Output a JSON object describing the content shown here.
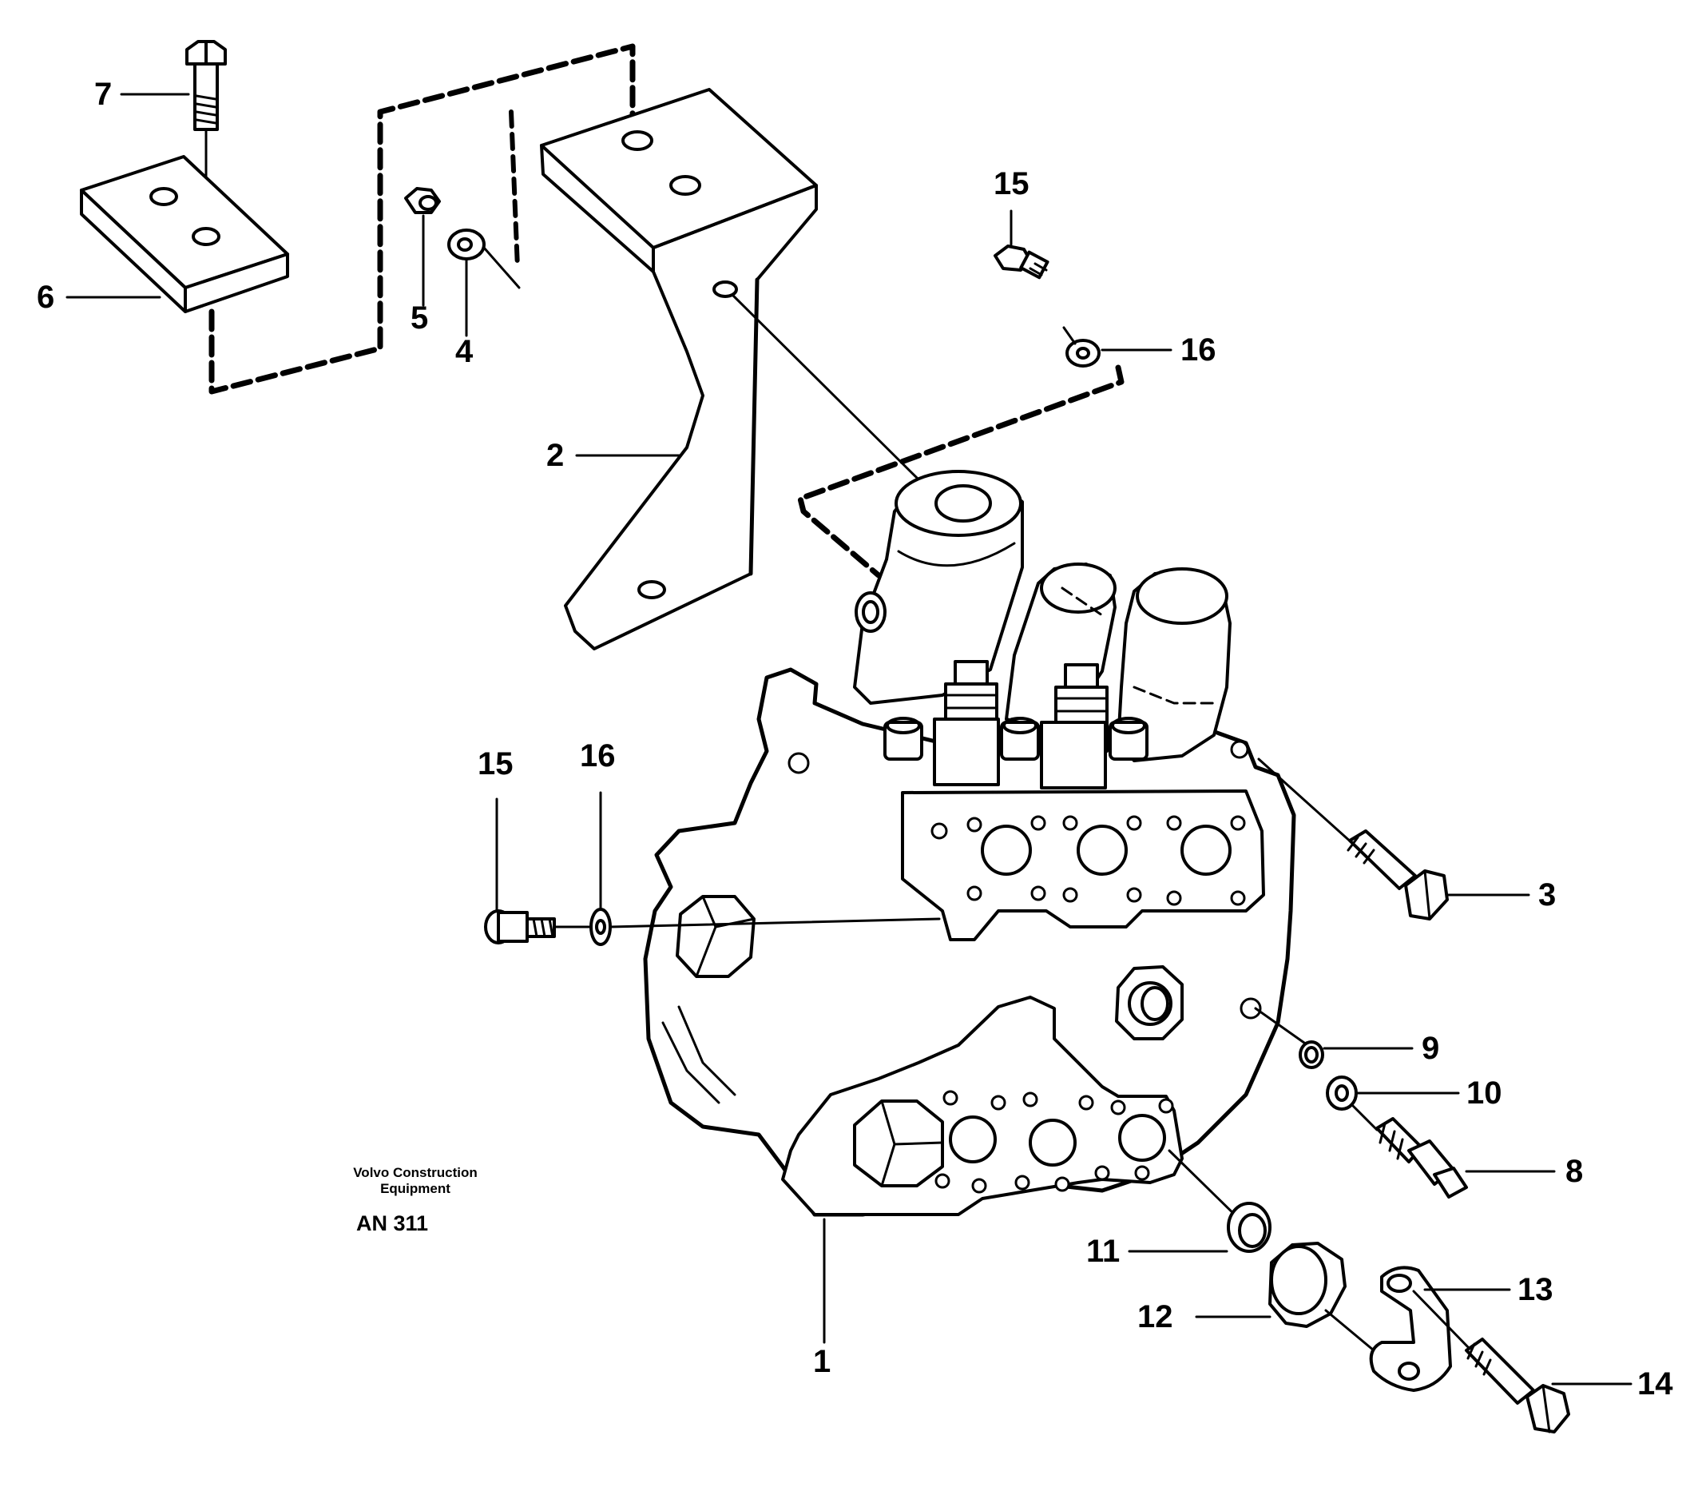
{
  "diagram": {
    "callouts": [
      {
        "id": "c7",
        "text": "7"
      },
      {
        "id": "c6",
        "text": "6"
      },
      {
        "id": "c5",
        "text": "5"
      },
      {
        "id": "c4",
        "text": "4"
      },
      {
        "id": "c2",
        "text": "2"
      },
      {
        "id": "c15a",
        "text": "15"
      },
      {
        "id": "c16a",
        "text": "16"
      },
      {
        "id": "c15b",
        "text": "15"
      },
      {
        "id": "c16b",
        "text": "16"
      },
      {
        "id": "c3",
        "text": "3"
      },
      {
        "id": "c9",
        "text": "9"
      },
      {
        "id": "c10",
        "text": "10"
      },
      {
        "id": "c8",
        "text": "8"
      },
      {
        "id": "c11",
        "text": "11"
      },
      {
        "id": "c12",
        "text": "12"
      },
      {
        "id": "c13",
        "text": "13"
      },
      {
        "id": "c14",
        "text": "14"
      },
      {
        "id": "c1",
        "text": "1"
      }
    ],
    "credit_line1": "Volvo Construction",
    "credit_line2": "Equipment",
    "drawing_code": "AN 311"
  }
}
